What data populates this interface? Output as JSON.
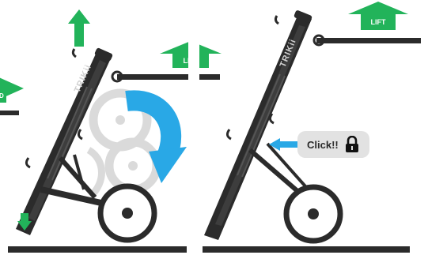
{
  "lift_arrow": {
    "label": "LIFT",
    "label_partial": "D",
    "color": "#22b35a"
  },
  "brand": {
    "name": "TRIKii"
  },
  "panels": [
    {
      "name": "trolley-tilted"
    },
    {
      "name": "trolley-locked"
    }
  ],
  "callout": {
    "text": "Click!!",
    "icon": "lock-icon"
  },
  "colors": {
    "frame": "#2b2b2b",
    "rotation_arrow": "#29a8e6",
    "ghost_wheel": "#d7d7d7",
    "callout_bg": "#e2e2e2"
  },
  "icons": {
    "up_arrow": "up-arrow-icon",
    "down_arrow": "down-arrow-icon",
    "rotate_arrow": "rotate-clockwise-arrow-icon",
    "pointer_arrow": "left-pointer-arrow-icon"
  }
}
